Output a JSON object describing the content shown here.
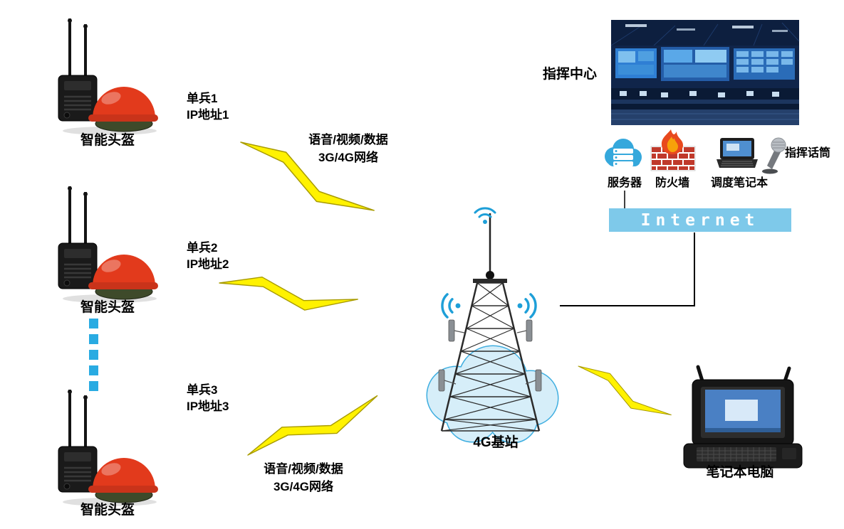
{
  "diagram": {
    "helmets": {
      "label": "智能头盔"
    },
    "soldiers": [
      {
        "name": "单兵1",
        "ip": "IP地址1"
      },
      {
        "name": "单兵2",
        "ip": "IP地址2"
      },
      {
        "name": "单兵3",
        "ip": "IP地址3"
      }
    ],
    "link_top": {
      "line1": "语音/视频/数据",
      "line2": "3G/4G网络"
    },
    "link_bottom": {
      "line1": "语音/视频/数据",
      "line2": "3G/4G网络"
    },
    "base_station": {
      "label": "4G基站"
    },
    "command_center": {
      "label": "指挥中心"
    },
    "server": {
      "label": "服务器"
    },
    "firewall": {
      "label": "防火墙"
    },
    "dispatch_laptop": {
      "label": "调度笔记本"
    },
    "microphone": {
      "label": "指挥话筒"
    },
    "internet": {
      "label": "Internet"
    },
    "field_laptop": {
      "label": "笔记本电脑"
    },
    "colors": {
      "bolt_fill": "#FFF200",
      "bolt_stroke": "#A89B00",
      "internet_bar": "#7EC9EA",
      "wifi_blue": "#1E9FD8",
      "dotted_line": "#29ABE2",
      "helmet_red": "#E23A1C",
      "cloud_fill": "#D6EEF9",
      "cloud_stroke": "#3FAEE0"
    }
  }
}
